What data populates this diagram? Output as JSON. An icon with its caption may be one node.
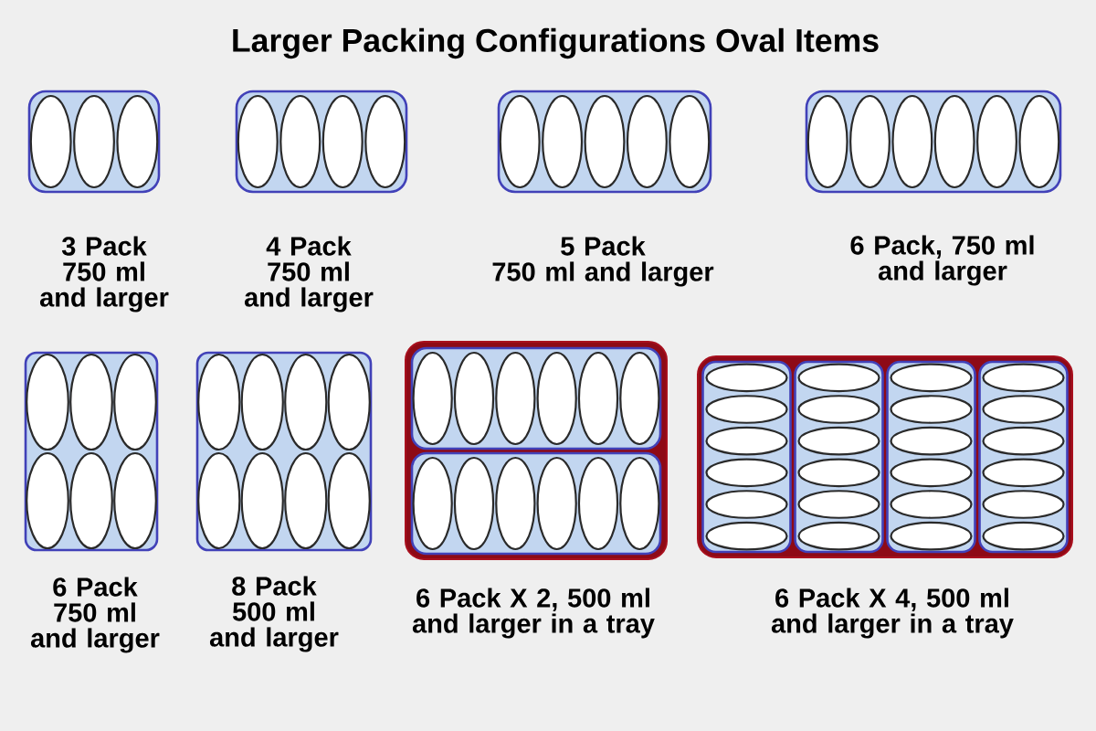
{
  "diagram": {
    "title": "Larger Packing Configurations Oval Items",
    "nodes": [
      {
        "text": [],
        "shape": "box",
        "beside": [
          "3 Pack 750 ml and larger"
        ]
      },
      {
        "text": [],
        "shape": "box",
        "beside": [
          "4 Pack 750 ml and larger"
        ]
      },
      {
        "text": [],
        "shape": "box",
        "beside": [
          "5 Pack 750 ml and larger"
        ]
      },
      {
        "text": [],
        "shape": "box",
        "beside": [
          "6 Pack, 750 ml and larger"
        ]
      },
      {
        "text": [],
        "shape": "box",
        "beside": [
          "6 Pack 750 ml and larger"
        ]
      },
      {
        "text": [],
        "shape": "box",
        "beside": [
          "8 Pack 500 ml and larger"
        ]
      },
      {
        "text": [],
        "shape": "box",
        "beside": [
          "6 Pack X 2, 500 ml and larger in a tray"
        ]
      },
      {
        "text": [],
        "shape": "box",
        "in": 6
      },
      {
        "text": [],
        "shape": "box",
        "in": 6
      },
      {
        "text": [],
        "shape": "box",
        "beside": [
          "6 Pack X 4, 500 ml and larger in a tray"
        ]
      },
      {
        "text": [],
        "shape": "box",
        "in": 9
      },
      {
        "text": [],
        "shape": "box",
        "in": 9
      },
      {
        "text": [],
        "shape": "box",
        "in": 9
      },
      {
        "text": [],
        "shape": "box",
        "in": 9
      }
    ]
  }
}
